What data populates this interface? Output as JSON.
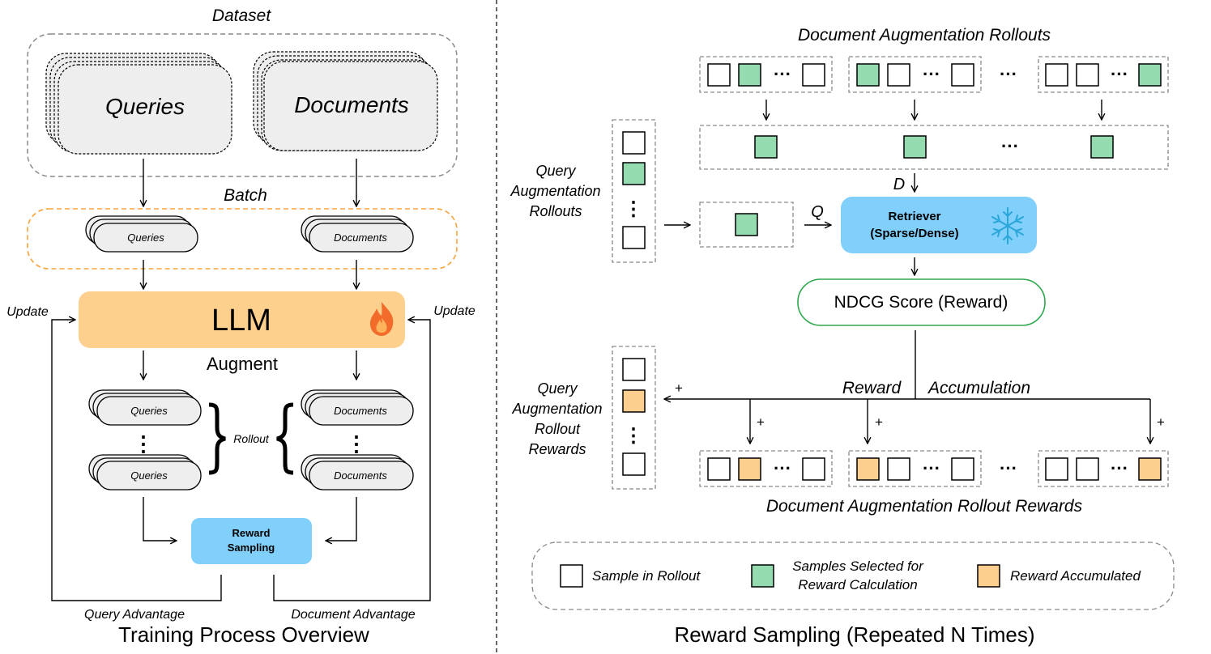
{
  "colors": {
    "llm_fill": "#fdd08e",
    "reward_sampling_fill": "#80d0fb",
    "retriever_fill": "#80d0fb",
    "pill_fill": "#eeeeee",
    "batch_border": "#f5a33a",
    "dashed_gray": "#8a8a8a",
    "selected_green": "#94dcb0",
    "accumulated_orange": "#fdcf8f",
    "ndcg_border": "#2ea84c",
    "snowflake": "#2aa6d8",
    "flame": "#f26b2a"
  },
  "icons": {
    "llm": "flame-icon",
    "retriever": "snowflake-icon"
  },
  "left": {
    "dataset_label": "Dataset",
    "dataset_queries": "Queries",
    "dataset_documents": "Documents",
    "batch_label": "Batch",
    "batch_queries": "Queries",
    "batch_documents": "Documents",
    "llm_label": "LLM",
    "augment_label": "Augment",
    "rollout_queries_top": "Queries",
    "rollout_queries_bottom": "Queries",
    "rollout_documents_top": "Documents",
    "rollout_documents_bottom": "Documents",
    "rollout_label": "Rollout",
    "vertical_dots": "⋮",
    "reward_sampling_line1": "Reward",
    "reward_sampling_line2": "Sampling",
    "update_left": "Update",
    "update_right": "Update",
    "query_advantage": "Query Advantage",
    "document_advantage": "Document Advantage",
    "title": "Training Process Overview"
  },
  "right": {
    "doc_aug_rollouts": "Document Augmentation Rollouts",
    "query_aug_rollouts_line1": "Query",
    "query_aug_rollouts_line2": "Augmentation",
    "query_aug_rollouts_line3": "Rollouts",
    "d_label": "D",
    "q_label": "Q",
    "retriever_line1": "Retriever",
    "retriever_line2": "(Sparse/Dense)",
    "ndcg_label": "NDCG Score (Reward)",
    "reward_word": "Reward",
    "accumulation_word": "Accumulation",
    "plus": "+",
    "query_aug_rollout_rewards_line1": "Query",
    "query_aug_rollout_rewards_line2": "Augmentation",
    "query_aug_rollout_rewards_line3": "Rollout",
    "query_aug_rollout_rewards_line4": "Rewards",
    "doc_aug_rollout_rewards": "Document Augmentation Rollout Rewards",
    "ellipsis": "···",
    "group_ellipsis": "···",
    "legend_sample": "Sample in Rollout",
    "legend_selected_line1": "Samples Selected for",
    "legend_selected_line2": "Reward Calculation",
    "legend_accumulated": "Reward Accumulated",
    "title": "Reward Sampling (Repeated N Times)"
  }
}
